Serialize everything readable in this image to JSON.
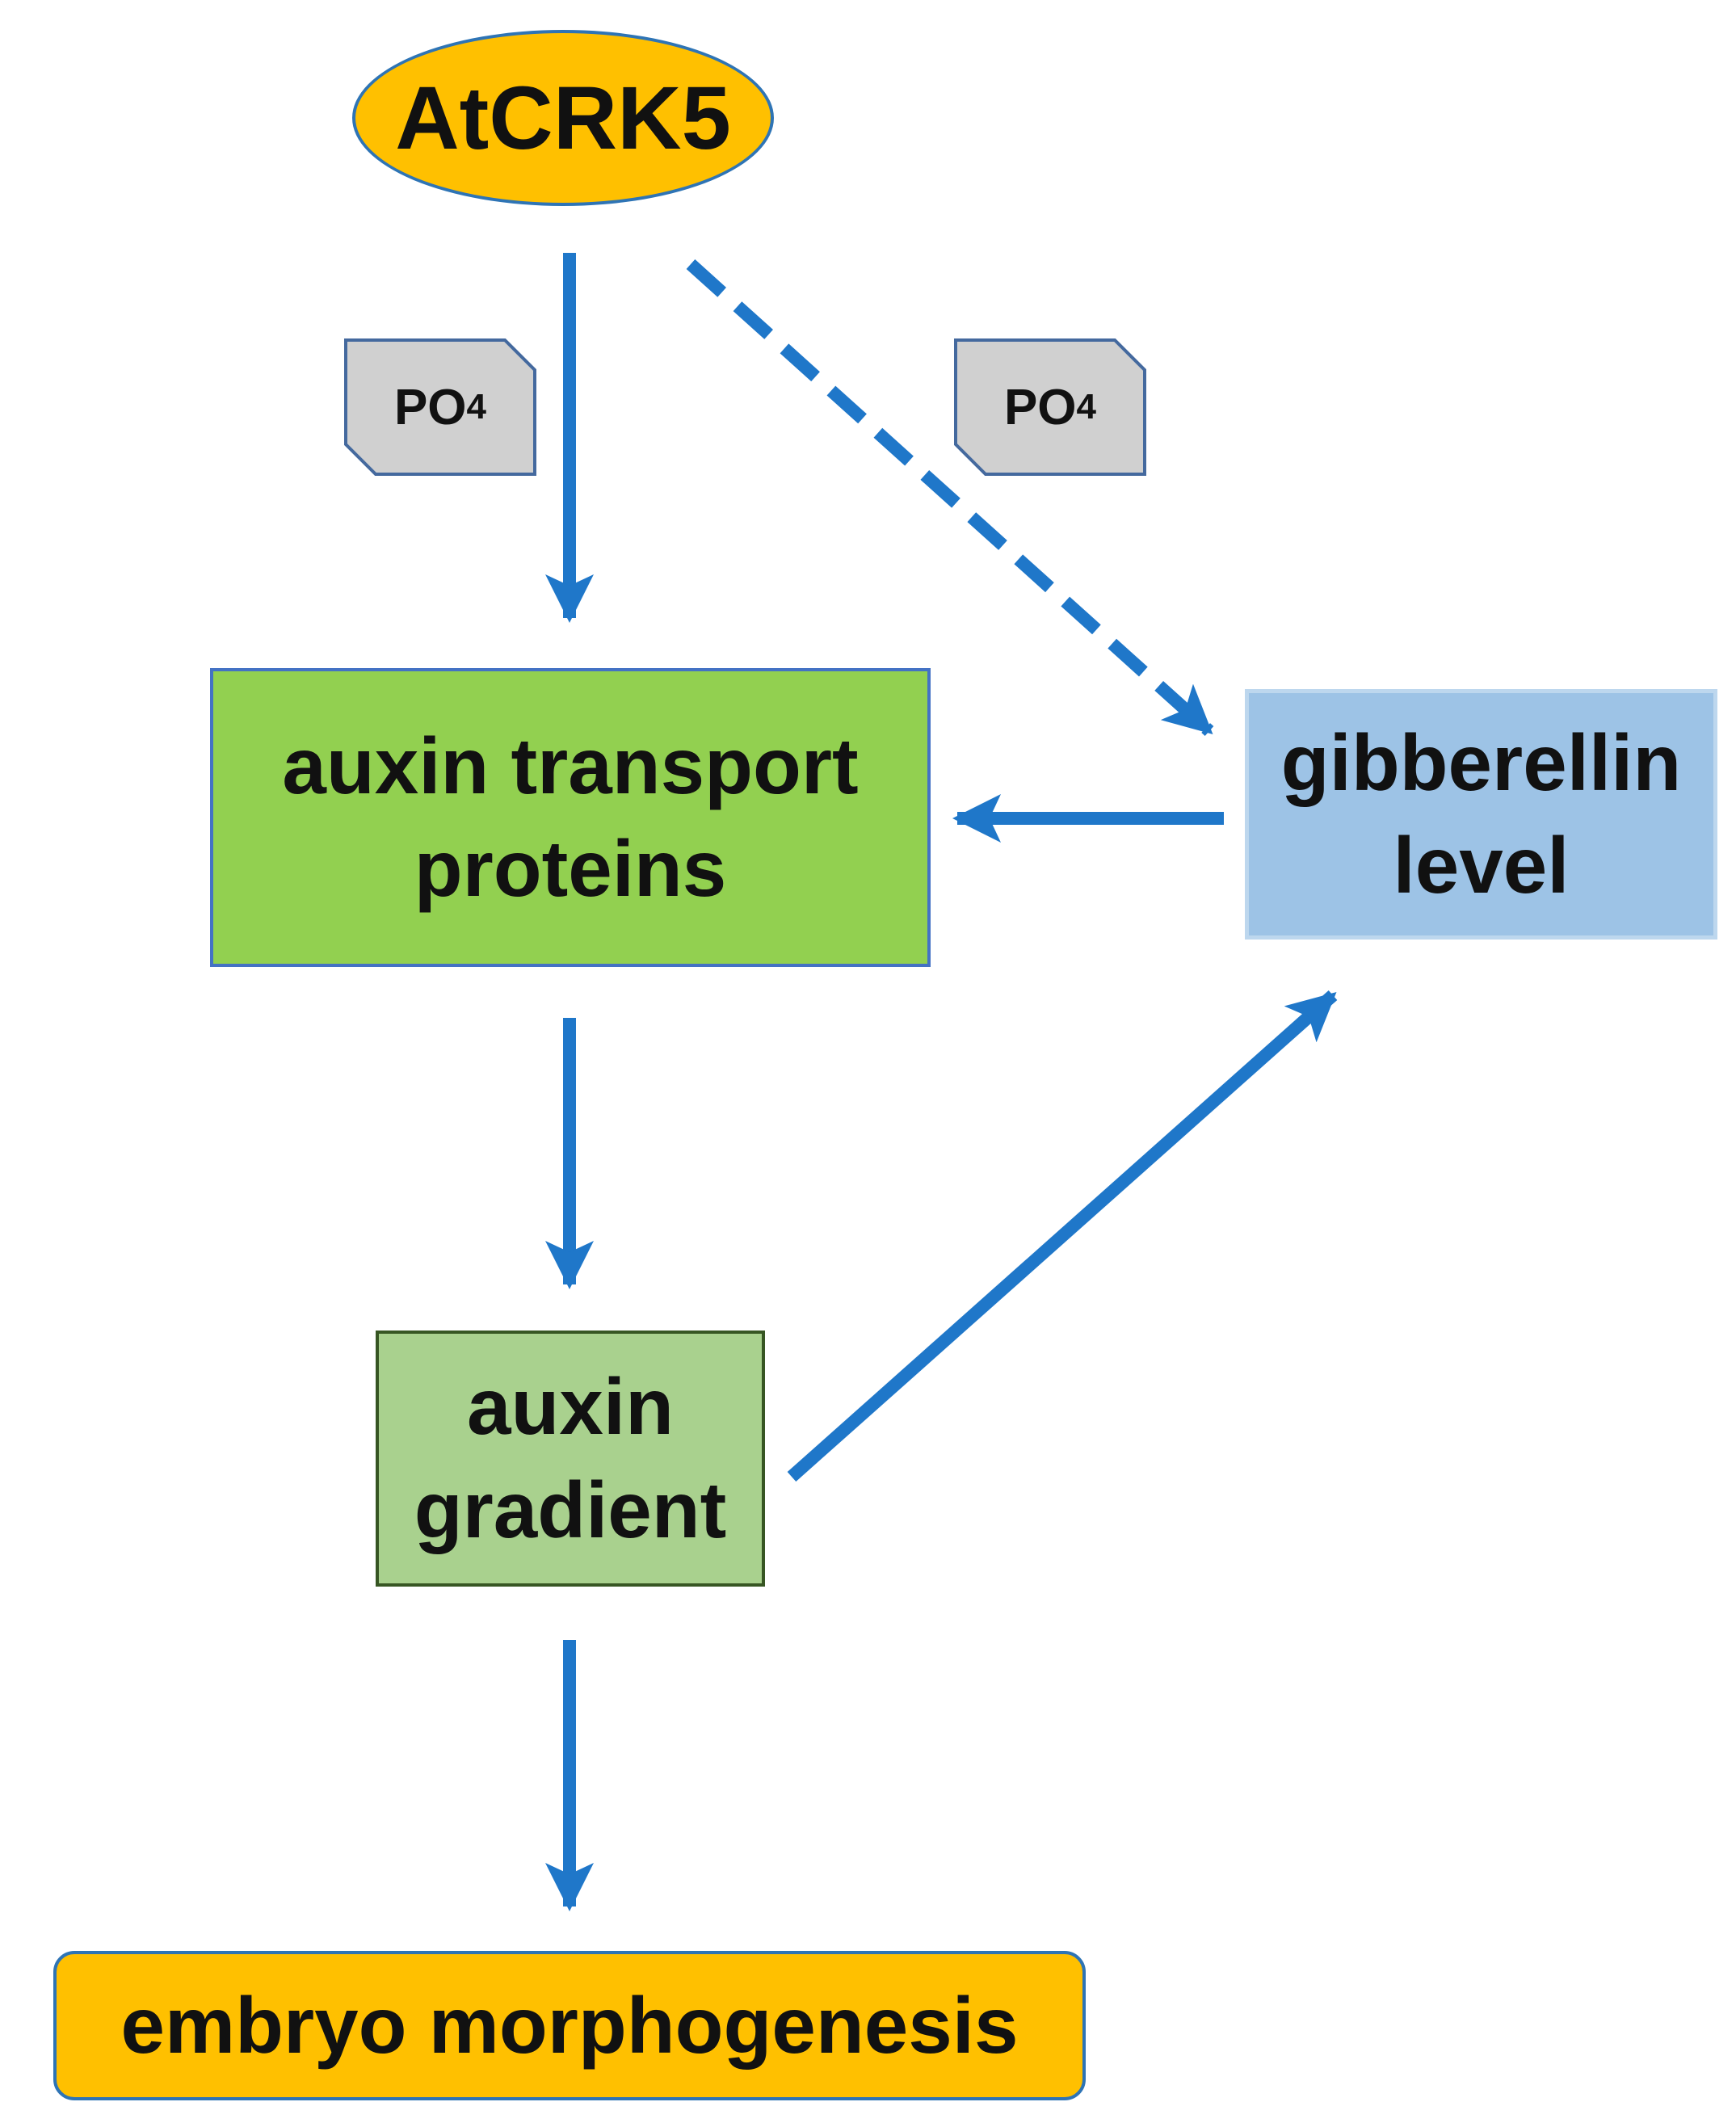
{
  "nodes": {
    "atcrk5": {
      "label": "AtCRK5",
      "color": "#FFC000",
      "border": "#2E74B5"
    },
    "auxin_transport": {
      "line1": "auxin transport",
      "line2": "proteins",
      "color": "#92D050"
    },
    "gibberellin": {
      "line1": "gibberellin",
      "line2": "level",
      "color": "#9DC3E6"
    },
    "auxin_gradient": {
      "line1": "auxin",
      "line2": "gradient",
      "color": "#A9D18E"
    },
    "embryo": {
      "label": "embryo morphogenesis",
      "color": "#FFC000"
    }
  },
  "tags": [
    {
      "id": "po4_left",
      "base": "PO",
      "sub": "4"
    },
    {
      "id": "po4_right",
      "base": "PO",
      "sub": "4"
    }
  ],
  "edges": [
    {
      "from": "AtCRK5",
      "to": "auxin transport proteins",
      "style": "solid"
    },
    {
      "from": "AtCRK5",
      "to": "gibberellin level",
      "style": "dashed"
    },
    {
      "from": "gibberellin level",
      "to": "auxin transport proteins",
      "style": "solid"
    },
    {
      "from": "auxin transport proteins",
      "to": "auxin gradient",
      "style": "solid"
    },
    {
      "from": "auxin gradient",
      "to": "gibberellin level",
      "style": "solid"
    },
    {
      "from": "auxin gradient",
      "to": "embryo morphogenesis",
      "style": "solid"
    }
  ],
  "colors": {
    "arrow": "#1F77C9",
    "tag_fill": "#D0D0D0",
    "tag_border": "#44699E"
  }
}
